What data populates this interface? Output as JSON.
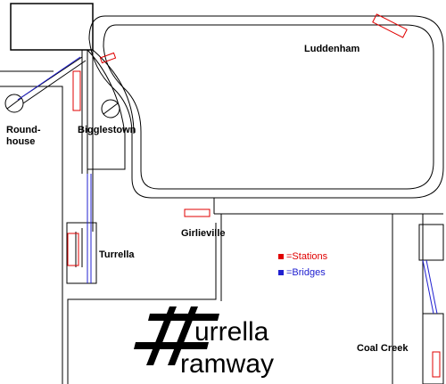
{
  "labels": {
    "luddenham": "Luddenham",
    "roundhouse_line1": "Round-",
    "roundhouse_line2": "house",
    "bigglestown": "Bigglestown",
    "girlieville": "Girlieville",
    "turrella": "Turrella",
    "coal_creek": "Coal Creek"
  },
  "legend": {
    "stations": "=Stations",
    "bridges": "=Bridges",
    "station_color": "#e00000",
    "bridge_color": "#2020d0"
  },
  "logo": {
    "word1": "urrella",
    "word2": "ramway"
  },
  "colors": {
    "track": "#000000",
    "station": "#e00000",
    "bridge": "#2020d0",
    "background": "#ffffff"
  }
}
